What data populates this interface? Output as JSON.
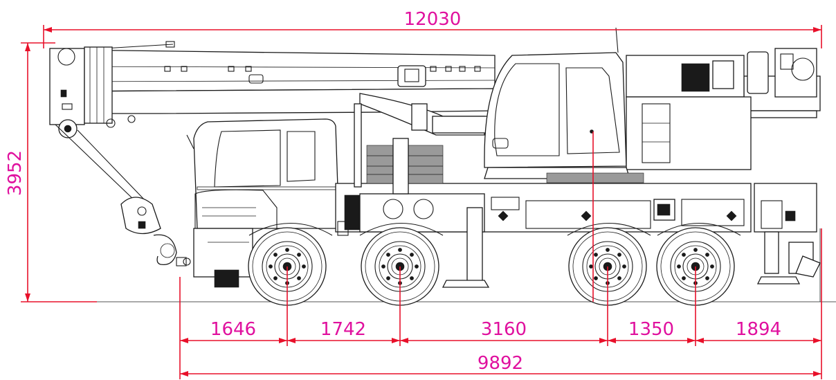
{
  "drawing": {
    "subject": "truck-mounted crane",
    "dimension_unit": "mm",
    "colors": {
      "dimension": "#e8102a",
      "text": "#e0109e",
      "outline": "#1a1a1a"
    }
  },
  "dimensions": {
    "overall_length": "12030",
    "overall_height": "3952",
    "front_overhang": "1646",
    "axle_1_2": "1742",
    "axle_2_3": "3160",
    "axle_3_4": "1350",
    "rear_overhang": "1894",
    "chassis_length": "9892"
  }
}
